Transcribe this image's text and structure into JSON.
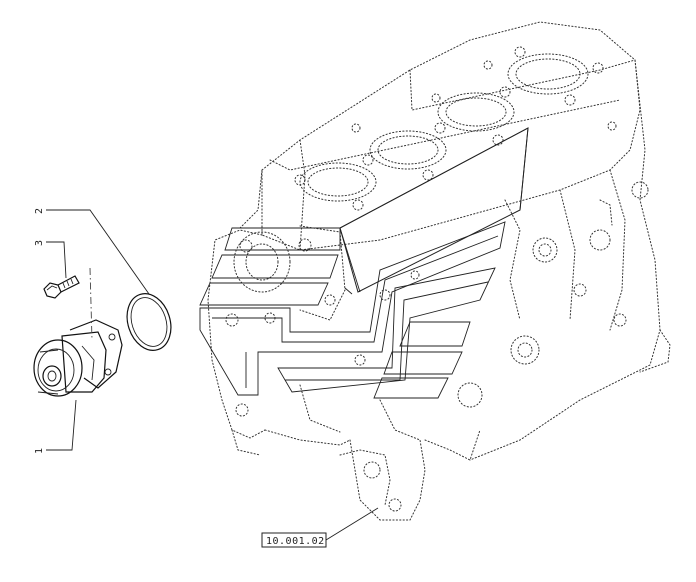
{
  "callouts": [
    {
      "number": "2",
      "part": "o-ring"
    },
    {
      "number": "3",
      "part": "bolt"
    },
    {
      "number": "1",
      "part": "water-pump"
    }
  ],
  "reference": {
    "label": "10.001.02"
  }
}
